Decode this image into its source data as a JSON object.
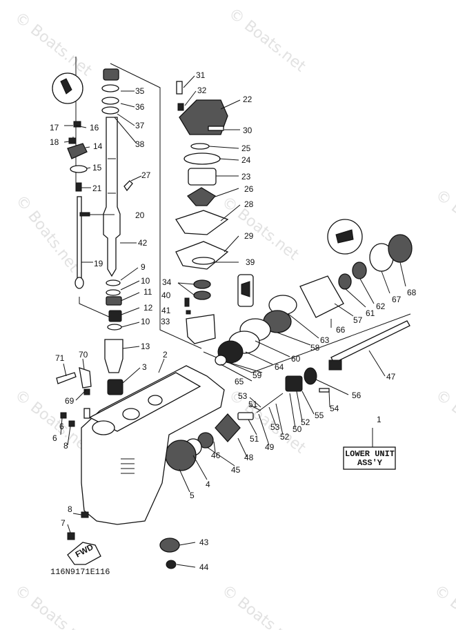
{
  "watermark": "© Boats.net",
  "diagram_code": "116N9171E116",
  "assembly_label": {
    "line1": "LOWER UNIT",
    "line2": "ASS'Y",
    "ref": "1"
  },
  "fwd_label": "FWD",
  "callouts": [
    "1",
    "2",
    "3",
    "4",
    "5",
    "6",
    "7",
    "8",
    "9",
    "10",
    "11",
    "12",
    "13",
    "14",
    "15",
    "16",
    "17",
    "18",
    "19",
    "20",
    "21",
    "22",
    "23",
    "24",
    "25",
    "26",
    "27",
    "28",
    "29",
    "30",
    "31",
    "32",
    "33",
    "34",
    "35",
    "36",
    "37",
    "38",
    "39",
    "40",
    "41",
    "42",
    "43",
    "44",
    "45",
    "46",
    "47",
    "48",
    "49",
    "50",
    "51",
    "52",
    "53",
    "54",
    "55",
    "56",
    "57",
    "58",
    "59",
    "60",
    "61",
    "62",
    "63",
    "64",
    "65",
    "66",
    "67",
    "68",
    "69",
    "70",
    "71"
  ],
  "colors": {
    "ink": "#111111",
    "watermark": "#e2e2e2",
    "paper": "#ffffff"
  }
}
